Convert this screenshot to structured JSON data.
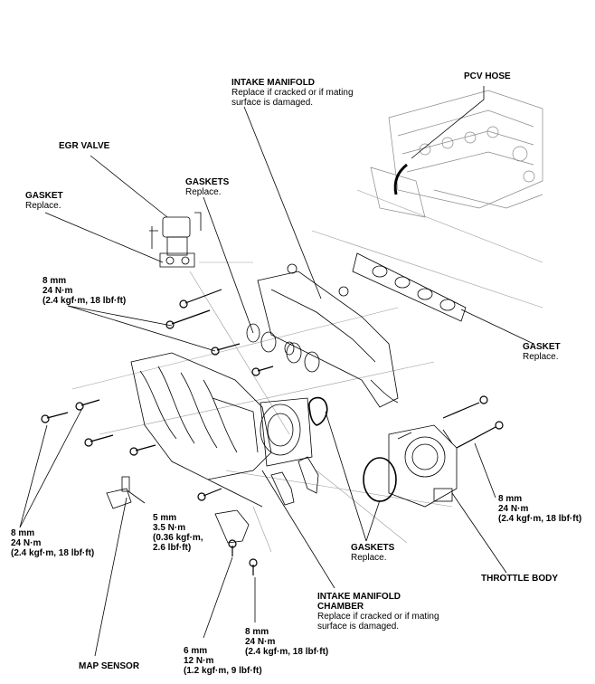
{
  "labels": {
    "intake_manifold": {
      "title": "INTAKE MANIFOLD",
      "note1": "Replace if cracked or if mating",
      "note2": "surface is damaged."
    },
    "pcv_hose": {
      "title": "PCV HOSE"
    },
    "egr_valve": {
      "title": "EGR VALVE"
    },
    "gaskets_top": {
      "title": "GASKETS",
      "note": "Replace."
    },
    "gasket_egr": {
      "title": "GASKET",
      "note": "Replace."
    },
    "bolt_8mm_upper": {
      "size": "8 mm",
      "torque": "24 N·m",
      "alt": "(2.4 kgf·m, 18 lbf·ft)"
    },
    "gasket_right": {
      "title": "GASKET",
      "note": "Replace."
    },
    "bolt_8mm_left": {
      "size": "8 mm",
      "torque": "24 N·m",
      "alt": "(2.4 kgf·m, 18 lbf·ft)"
    },
    "bolt_5mm": {
      "size": "5 mm",
      "torque": "3.5 N·m",
      "alt1": "(0.36 kgf·m,",
      "alt2": "2.6 lbf·ft)"
    },
    "gaskets_bottom": {
      "title": "GASKETS",
      "note": "Replace."
    },
    "bolt_8mm_right": {
      "size": "8 mm",
      "torque": "24 N·m",
      "alt": "(2.4 kgf·m, 18 lbf·ft)"
    },
    "throttle_body": {
      "title": "THROTTLE BODY"
    },
    "intake_manifold_chamber": {
      "title1": "INTAKE MANIFOLD",
      "title2": "CHAMBER",
      "note1": "Replace if cracked or if mating",
      "note2": "surface is damaged."
    },
    "bolt_8mm_bottom": {
      "size": "8 mm",
      "torque": "24 N·m",
      "alt": "(2.4 kgf·m, 18 lbf·ft)"
    },
    "bolt_6mm": {
      "size": "6 mm",
      "torque": "12 N·m",
      "alt": "(1.2 kgf·m, 9 lbf·ft)"
    },
    "map_sensor": {
      "title": "MAP SENSOR"
    }
  }
}
